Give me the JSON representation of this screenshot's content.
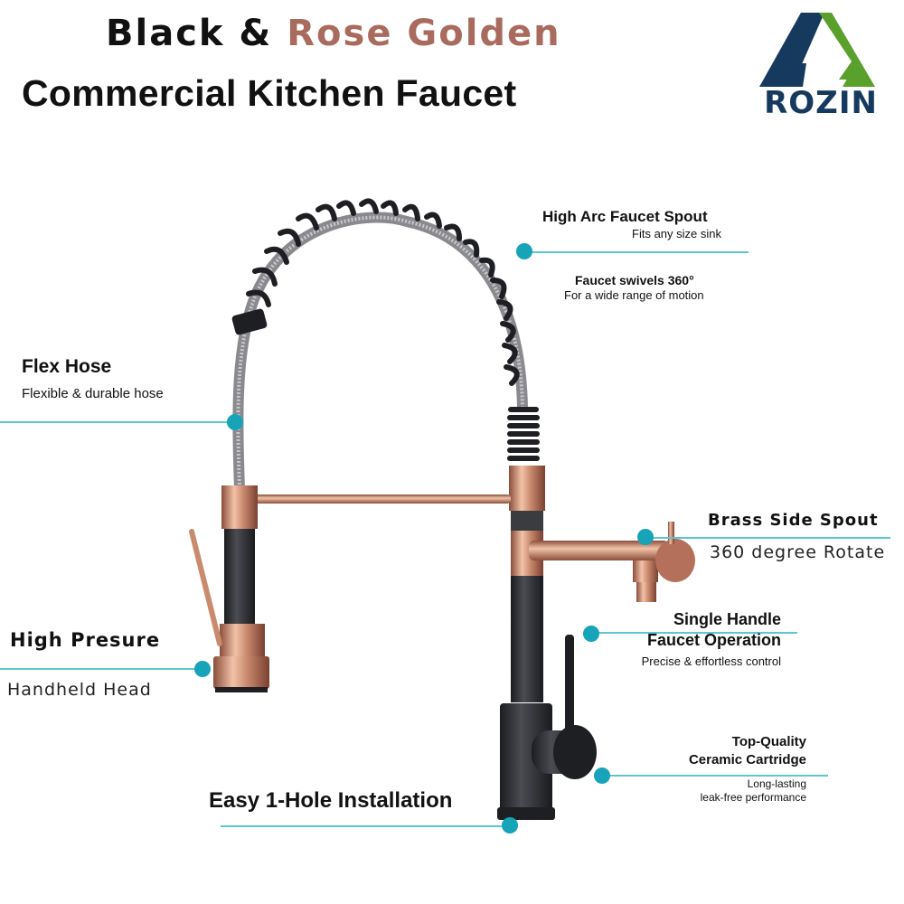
{
  "header": {
    "title_line1_part1": "Black & ",
    "title_line1_part2": "Rose Golden",
    "title_line2": "Commercial Kitchen Faucet"
  },
  "brand": {
    "logo_text": "ROZIN",
    "colors": {
      "navy": "#163a5e",
      "green": "#5aa02c"
    }
  },
  "colors": {
    "accent_teal": "#17a3b8",
    "line_teal": "#5cc6cf",
    "rose_gold": "#c98a6e",
    "title_rose": "#a86b5e",
    "matte_black": "#2a2c30"
  },
  "callouts": {
    "high_arc": {
      "title": "High Arc Faucet Spout",
      "subtitle": "Fits any size sink"
    },
    "swivel": {
      "title": "Faucet swivels 360°",
      "subtitle": "For a wide range of motion"
    },
    "flex_hose": {
      "title": "Flex Hose",
      "subtitle": "Flexible & durable hose"
    },
    "side_spout": {
      "title": "Brass Side Spout",
      "subtitle": "360 degree Rotate"
    },
    "single_handle": {
      "title_line1": "Single Handle",
      "title_line2": "Faucet Operation",
      "subtitle": "Precise & effortless control"
    },
    "high_pressure": {
      "title": "High Presure",
      "subtitle": "Handheld Head"
    },
    "cartridge": {
      "title_line1": "Top-Quality",
      "title_line2": "Ceramic Cartridge",
      "subtitle_line1": "Long-lasting",
      "subtitle_line2": "leak-free performance"
    },
    "installation": {
      "title": "Easy 1-Hole Installation"
    }
  }
}
